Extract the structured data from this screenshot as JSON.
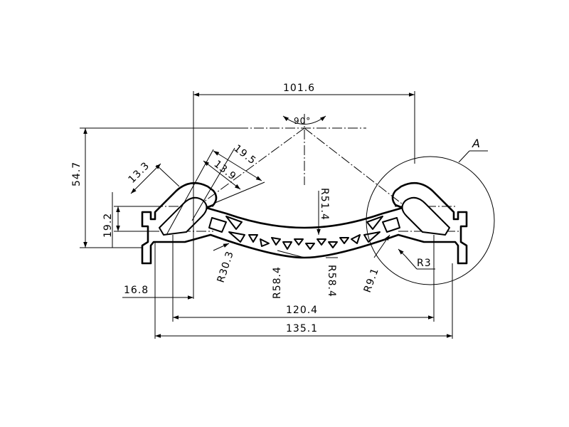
{
  "dimensions": {
    "top_width": "101.6",
    "angle": "90°",
    "height": "54.7",
    "slot_19_5": "19.5",
    "slot_13_9": "13.9",
    "slot_13_3": "13.3",
    "side_19_2": "19.2",
    "radius_51_4": "R51.4",
    "radius_30_3": "R30.3",
    "radius_58_4_left": "R58.4",
    "radius_58_4_right": "R58.4",
    "radius_9_1": "R9.1",
    "radius_3": "R3",
    "offset_16_8": "16.8",
    "width_120_4": "120.4",
    "width_135_1": "135.1"
  },
  "detail": {
    "label": "A"
  }
}
